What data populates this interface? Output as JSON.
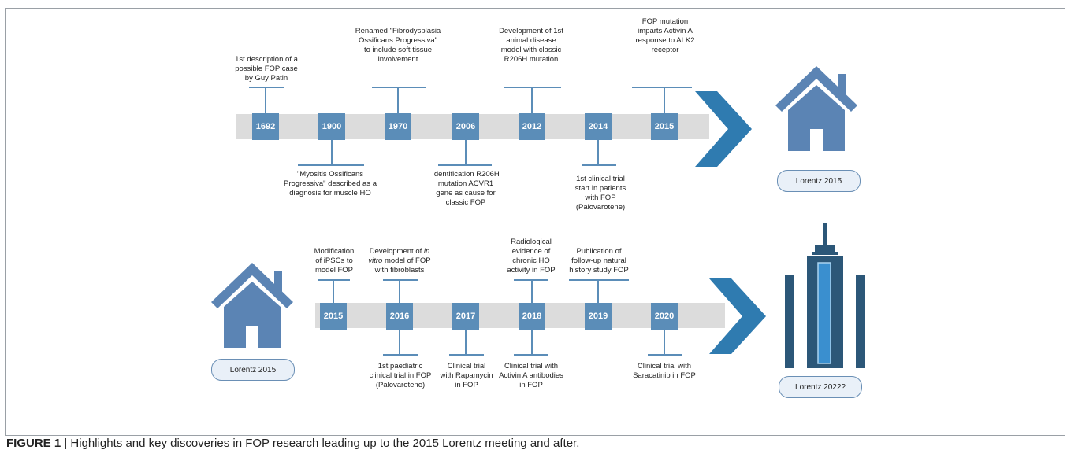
{
  "row1": {
    "years": [
      "1692",
      "1900",
      "1970",
      "2006",
      "2012",
      "2014",
      "2015"
    ],
    "events": [
      {
        "year": "1692",
        "text": "1st description of a\npossible FOP case\nby Guy Patin",
        "side": "top"
      },
      {
        "year": "1900",
        "text": "\"Myositis Ossificans\nProgressiva\" described as a\ndiagnosis for muscle HO",
        "side": "bottom"
      },
      {
        "year": "1970",
        "text": "Renamed \"Fibrodysplasia\nOssificans Progressiva\"\nto include soft tissue\ninvolvement",
        "side": "top"
      },
      {
        "year": "2006",
        "text": "Identification R206H\nmutation ACVR1\ngene as cause for\nclassic FOP",
        "side": "bottom"
      },
      {
        "year": "2012",
        "text": "Development of 1st\nanimal disease\nmodel with classic\nR206H mutation",
        "side": "top"
      },
      {
        "year": "2014",
        "text": "1st clinical trial\nstart in patients\nwith FOP\n(Palovarotene)",
        "side": "bottom"
      },
      {
        "year": "2015",
        "text": "FOP mutation\nimparts Activin A\nresponse to ALK2\nreceptor",
        "side": "top"
      }
    ],
    "end_label": "Lorentz 2015"
  },
  "row2": {
    "start_label": "Lorentz 2015",
    "years": [
      "2015",
      "2016",
      "2017",
      "2018",
      "2019",
      "2020"
    ],
    "events": [
      {
        "year": "2015",
        "text": "Modification\nof iPSCs to\nmodel FOP",
        "side": "top"
      },
      {
        "year": "2016",
        "text_parts": [
          "Development of ",
          "in\nvitro",
          " model of FOP\nwith fibroblasts"
        ],
        "side": "top"
      },
      {
        "year": "2016",
        "text": "1st paediatric\nclinical trial in FOP\n(Palovarotene)",
        "side": "bottom"
      },
      {
        "year": "2017",
        "text": "Clinical trial\nwith Rapamycin\nin FOP",
        "side": "bottom"
      },
      {
        "year": "2018",
        "text": "Radiological\nevidence of\nchronic HO\nactivity in FOP",
        "side": "top"
      },
      {
        "year": "2018",
        "text": "Clinical trial with\nActivin A antibodies\nin FOP",
        "side": "bottom"
      },
      {
        "year": "2019",
        "text": "Publication of\nfollow-up natural\nhistory study FOP",
        "side": "top"
      },
      {
        "year": "2020",
        "text": "Clinical trial with\nSaracatinib in FOP",
        "side": "bottom"
      }
    ],
    "end_label": "Lorentz 2022?"
  },
  "caption": {
    "label": "FIGURE 1",
    "separator": " | ",
    "text": "Highlights and key discoveries in FOP research leading up to the 2015 Lorentz meeting and after."
  },
  "colors": {
    "box": "#5b8db8",
    "bar": "#dcdcdc",
    "arrow": "#2f7bb0",
    "house": "#5b84b4",
    "tower_dark": "#2c5778",
    "tower_light": "#3a8fcf"
  }
}
